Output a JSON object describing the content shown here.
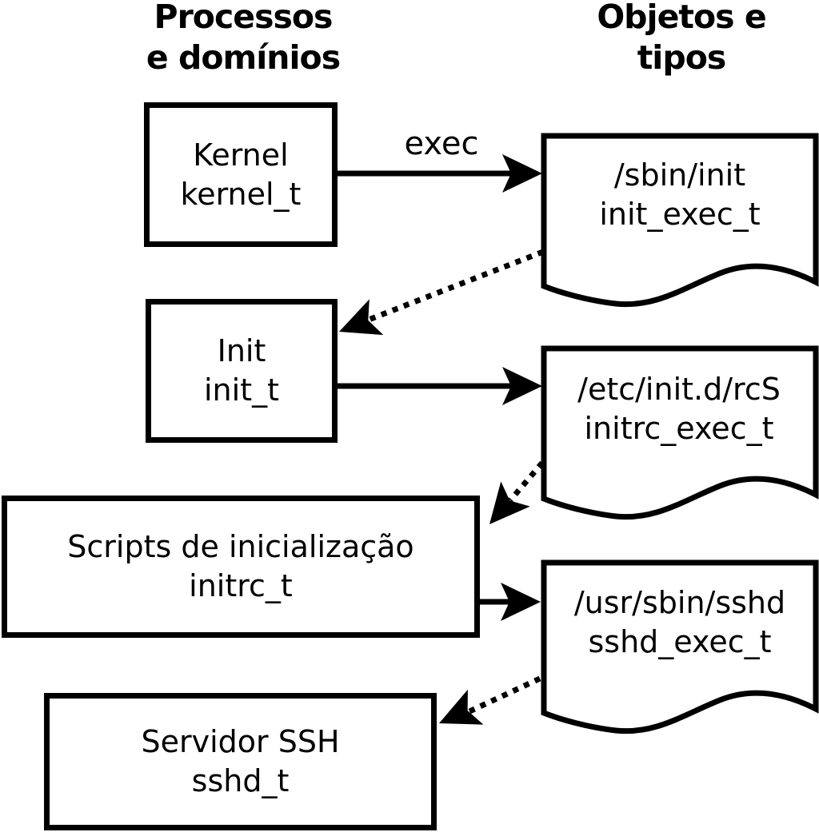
{
  "diagram": {
    "column_headers": {
      "left": {
        "line1": "Processos",
        "line2": "e domínios"
      },
      "right": {
        "line1": "Objetos e",
        "line2": "tipos"
      }
    },
    "exec_label": "exec",
    "process_boxes": [
      {
        "id": "kernel",
        "line1": "Kernel",
        "line2": "kernel_t"
      },
      {
        "id": "init",
        "line1": "Init",
        "line2": "init_t"
      },
      {
        "id": "initrc",
        "line1": "Scripts de inicialização",
        "line2": "initrc_t"
      },
      {
        "id": "sshd",
        "line1": "Servidor SSH",
        "line2": "sshd_t"
      }
    ],
    "documents": [
      {
        "id": "init-exec",
        "line1": "/sbin/init",
        "line2": "init_exec_t"
      },
      {
        "id": "initrc-exec",
        "line1": "/etc/init.d/rcS",
        "line2": "initrc_exec_t"
      },
      {
        "id": "sshd-exec",
        "line1": "/usr/sbin/sshd",
        "line2": "sshd_exec_t"
      }
    ],
    "edges": [
      {
        "from": "kernel_t",
        "to": "init_exec_t",
        "style": "solid",
        "label": "exec"
      },
      {
        "from": "init_exec_t",
        "to": "init_t",
        "style": "dotted"
      },
      {
        "from": "init_t",
        "to": "initrc_exec_t",
        "style": "solid"
      },
      {
        "from": "initrc_exec_t",
        "to": "initrc_t",
        "style": "dotted"
      },
      {
        "from": "initrc_t",
        "to": "sshd_exec_t",
        "style": "solid"
      },
      {
        "from": "sshd_exec_t",
        "to": "sshd_t",
        "style": "dotted"
      }
    ],
    "colors": {
      "ink": "#000000",
      "background": "#ffffff"
    }
  }
}
